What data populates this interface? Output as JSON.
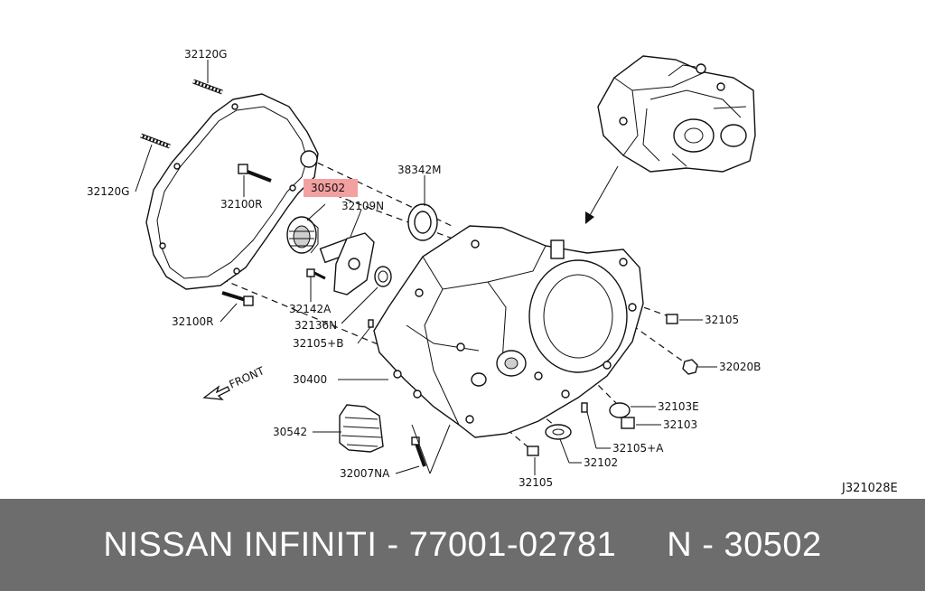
{
  "diagram": {
    "code": "J321028E",
    "front_label": "FRONT",
    "highlight_color": "#f3a0a0",
    "labels": {
      "p32120G_a": "32120G",
      "p32120G_b": "32120G",
      "p32100R_a": "32100R",
      "p32100R_b": "32100R",
      "p30502": "30502",
      "p32109N": "32109N",
      "p38342M": "38342M",
      "p32142A": "32142A",
      "p32136N": "32136N",
      "p32105B": "32105+B",
      "p30400": "30400",
      "p30542": "30542",
      "p32007NA": "32007NA",
      "p32105_a": "32105",
      "p32105_b": "32105",
      "p32020B": "32020B",
      "p32103E": "32103E",
      "p32103": "32103",
      "p32105A": "32105+A",
      "p32102": "32102"
    }
  },
  "footer": {
    "brand": "NISSAN INFINITI - 77001-02781",
    "part": "N - 30502"
  }
}
